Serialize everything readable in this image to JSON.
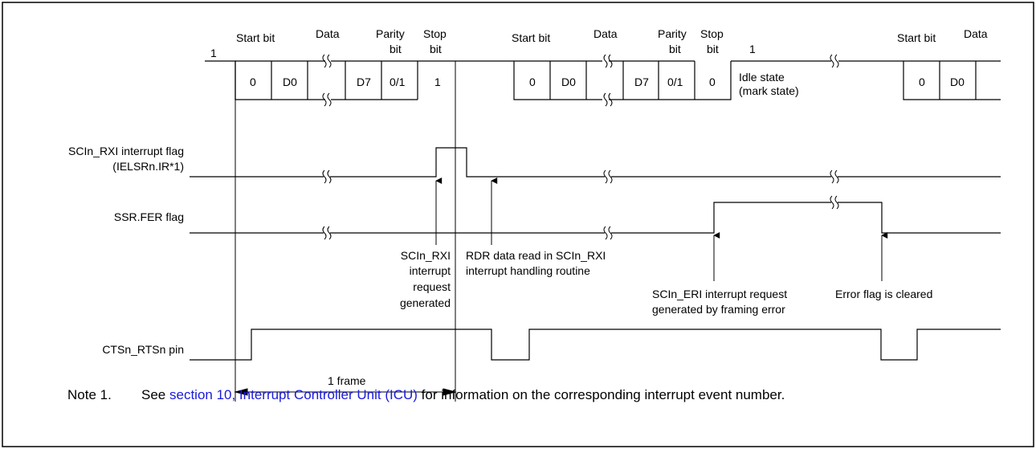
{
  "top_labels": {
    "one_left": "1",
    "start_bit_1": "Start bit",
    "data_1": "Data",
    "parity_1": "Parity",
    "parity_bit_1": "bit",
    "stop_1": "Stop",
    "stop_bit_1": "bit",
    "start_bit_2": "Start bit",
    "data_2": "Data",
    "parity_2": "Parity",
    "parity_bit_2": "bit",
    "stop_2": "Stop",
    "stop_bit_2": "bit",
    "one_right": "1",
    "start_bit_3": "Start bit",
    "data_3": "Data"
  },
  "frame1_cells": {
    "start": "0",
    "d0": "D0",
    "d7": "D7",
    "parity": "0/1",
    "stop": "1"
  },
  "frame2_cells": {
    "start": "0",
    "d0": "D0",
    "d7": "D7",
    "parity": "0/1",
    "stop": "0"
  },
  "frame3_cells": {
    "start": "0",
    "d0": "D0"
  },
  "idle": {
    "line1": "Idle state",
    "line2": "(mark state)"
  },
  "signals": {
    "rxi_flag_line1": "SCIn_RXI interrupt flag",
    "rxi_flag_line2": "(IELSRn.IR*1)",
    "fer_flag": "SSR.FER flag",
    "cts_pin": "CTSn_RTSn pin"
  },
  "annotations": {
    "rxi_req": [
      "SCIn_RXI",
      "interrupt",
      "request",
      "generated"
    ],
    "rdr_read": [
      "RDR data read in SCIn_RXI",
      "interrupt handling routine"
    ],
    "eri_req": [
      "SCIn_ERI interrupt request",
      "generated by framing error"
    ],
    "err_cleared": "Error flag is cleared"
  },
  "frame_label": "1 frame",
  "note": {
    "label": "Note 1.",
    "prefix": "See ",
    "link": "section 10, Interrupt Controller Unit (ICU)",
    "suffix": " for information on the corresponding interrupt event number."
  }
}
